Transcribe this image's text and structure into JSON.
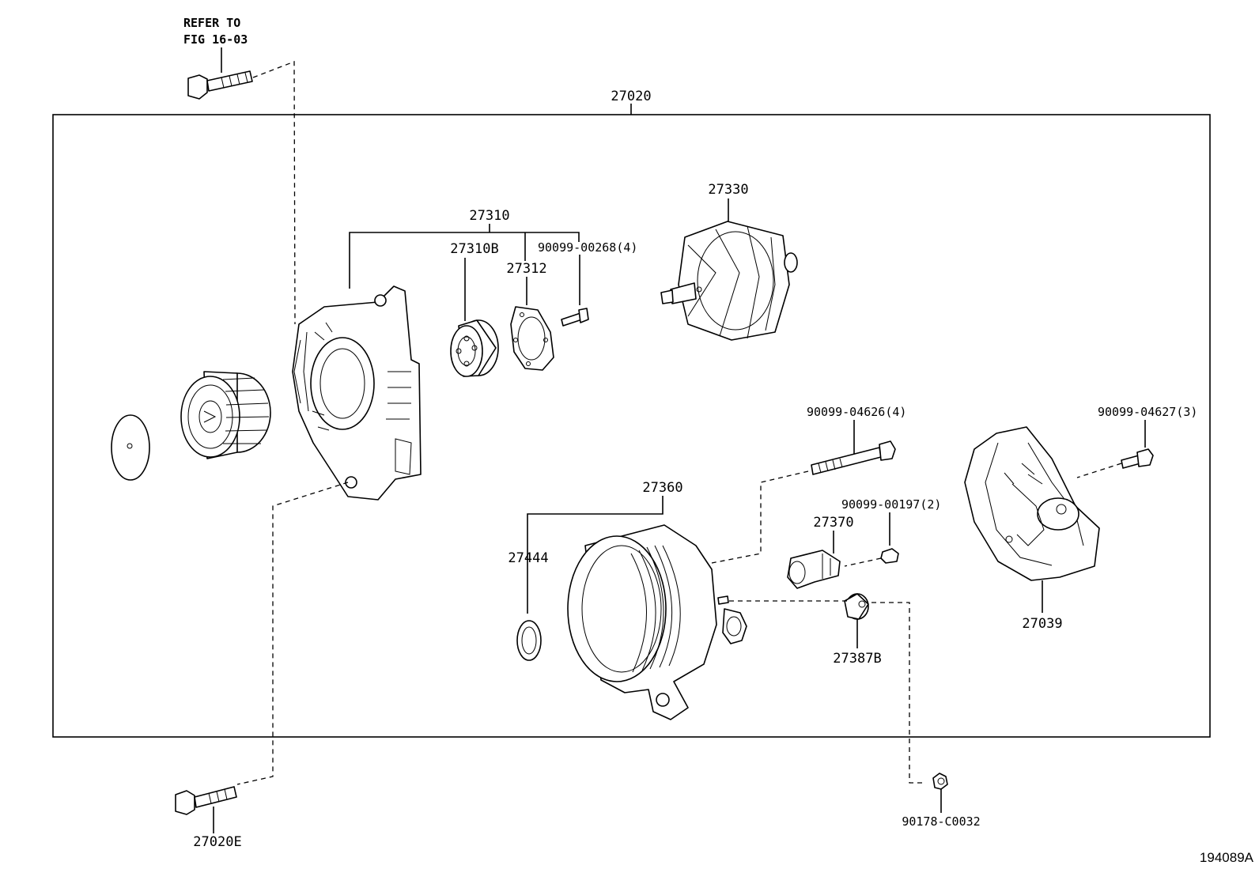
{
  "refer_note": {
    "line1": "REFER TO",
    "line2": "FIG 16-03"
  },
  "labels": {
    "assembly": "27020",
    "front_frame": "27310",
    "bearing": "27310B",
    "retainer": "27312",
    "retainer_screw": "90099-00268(4)",
    "rotor": "27330",
    "stator_bolt": "90099-04626(4)",
    "cover_nut": "90099-04627(3)",
    "drive_end_frame": "27360",
    "brush_screw": "90099-00197(2)",
    "brush_holder": "27370",
    "insulator": "27444",
    "terminal_insulator": "27387B",
    "rear_cover": "27039",
    "through_bolt": "27020E",
    "terminal_nut": "90178-C0032"
  },
  "figure_code": "194089A"
}
